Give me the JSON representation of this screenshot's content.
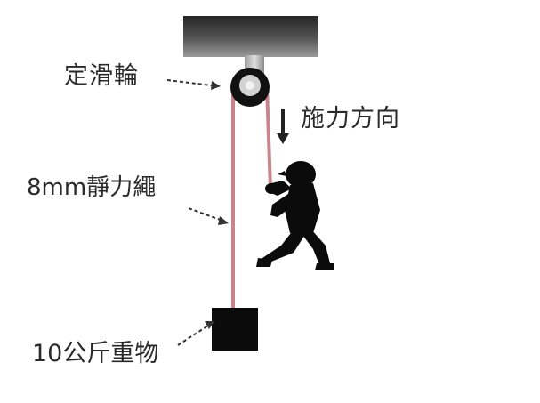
{
  "labels": {
    "pulley": "定滑輪",
    "pull_direction": "施力方向",
    "rope": "8mm靜力繩",
    "weight": "10公斤重物"
  },
  "colors": {
    "rope": "#c9848c",
    "mount_dark": "#262626",
    "mount_light": "#8a8a8a",
    "axle": "#d2d2d2",
    "silhouette": "#0b0b0b",
    "leader_line": "#333333"
  },
  "icons": {
    "person": "person-pulling-silhouette",
    "weight": "weight-block",
    "pulley": "pulley-wheel"
  }
}
